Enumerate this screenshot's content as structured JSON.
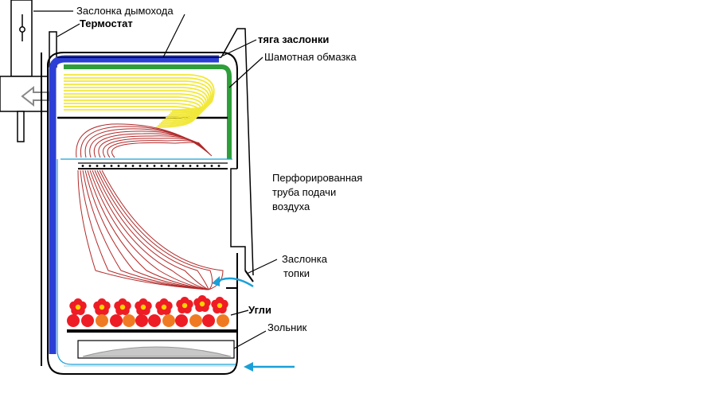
{
  "labels": {
    "chimney_damper": "Заслонка дымохода",
    "thermostat": "Термостат",
    "damper_rod": "тяга заслонки",
    "chamotte_coating": "Шамотная обмазка",
    "perforated_pipe_line1": "Перфорированная",
    "perforated_pipe_line2": "труба подачи",
    "perforated_pipe_line3": "воздуха",
    "firebox_damper_line1": "Заслонка",
    "firebox_damper_line2": "топки",
    "coals": "Угли",
    "ash_pan": "Зольник"
  },
  "colors": {
    "water_jacket": "#2b3fd6",
    "chamotte": "#2e9e3a",
    "flame_yellow": "#f2e83a",
    "flame_red": "#b22a2a",
    "air_arrow": "#1aa0d8",
    "coal_red": "#ee1c24",
    "coal_orange": "#f07a22",
    "coal_center": "#ffd200",
    "ash_pan_fill": "#c8c8c8",
    "outline": "#000000"
  },
  "icons": {
    "flue_arrow": "left-arrow-icon",
    "air_inlet_arrows": "curved-arrow-icon"
  }
}
